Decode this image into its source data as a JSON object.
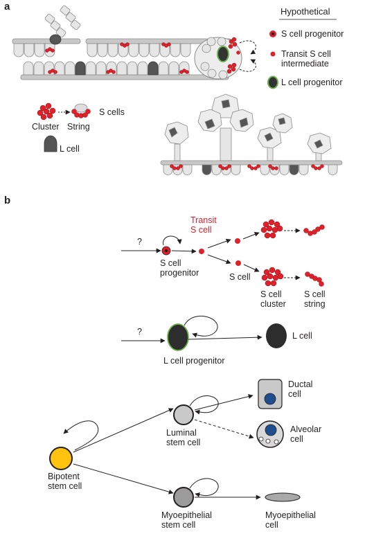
{
  "panel_a": {
    "label": "a",
    "legend": {
      "title": "Hypothetical",
      "items": [
        {
          "name": "s-cell-progenitor",
          "text": "S cell progenitor"
        },
        {
          "name": "transit-s-cell",
          "text": "Transit S cell\nintermediate"
        },
        {
          "name": "l-cell-progenitor",
          "text": "L cell progenitor"
        }
      ]
    },
    "key": {
      "s_cells": "S cells",
      "cluster": "Cluster",
      "string": "String",
      "l_cell": "L cell"
    }
  },
  "panel_b": {
    "label": "b",
    "s_lineage": {
      "question": "?",
      "progenitor": "S cell\nprogenitor",
      "transit": "Transit\nS cell",
      "s_cell": "S cell",
      "cluster": "S cell\ncluster",
      "string": "S cell\nstring"
    },
    "l_lineage": {
      "question": "?",
      "progenitor": "L cell progenitor",
      "l_cell": "L cell"
    },
    "mammary": {
      "bipotent": "Bipotent\nstem cell",
      "luminal": "Luminal\nstem cell",
      "myo_stem": "Myoepithelial\nstem cell",
      "ductal": "Ductal\ncell",
      "alveolar": "Alveolar\ncell",
      "myo": "Myoepithelial\ncell"
    }
  },
  "colors": {
    "s_cell_red": "#e0202a",
    "l_cell_dark": "#3a3a3a",
    "progenitor_outline": "#6ab04c",
    "bipotent_yellow": "#ffc20e",
    "ductal_blue": "#1f4e8c"
  }
}
